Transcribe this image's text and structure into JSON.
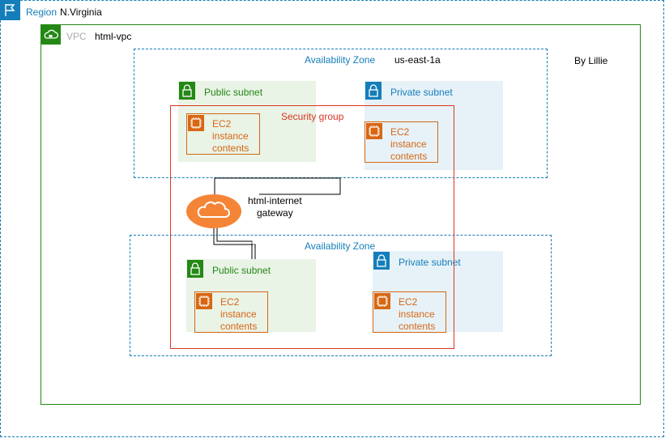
{
  "colors": {
    "region": "#147eba",
    "vpc": "#248814",
    "public_subnet_fill": "#e9f3e6",
    "private_subnet_fill": "#e6f2f8",
    "ec2": "#d86613",
    "security_group": "#dd3522",
    "gateway": "#f58536"
  },
  "region": {
    "label": "Region",
    "name": "N.Virginia",
    "icon": "flag-icon"
  },
  "vpc": {
    "label": "VPC",
    "name": "html-vpc",
    "icon": "cloud-lock-icon"
  },
  "author": "By Lillie",
  "az_top": {
    "label": "Availability Zone",
    "name": "us-east-1a"
  },
  "az_bottom": {
    "label": "Availability Zone"
  },
  "public_subnet_label": "Public subnet",
  "private_subnet_label": "Private subnet",
  "ec2": {
    "line1": "EC2",
    "line2": "instance",
    "line3": "contents",
    "icon": "chip-icon"
  },
  "security_group": "Security group",
  "gateway": {
    "line1": "html-internet",
    "line2": "gateway",
    "icon": "cloud-icon"
  }
}
